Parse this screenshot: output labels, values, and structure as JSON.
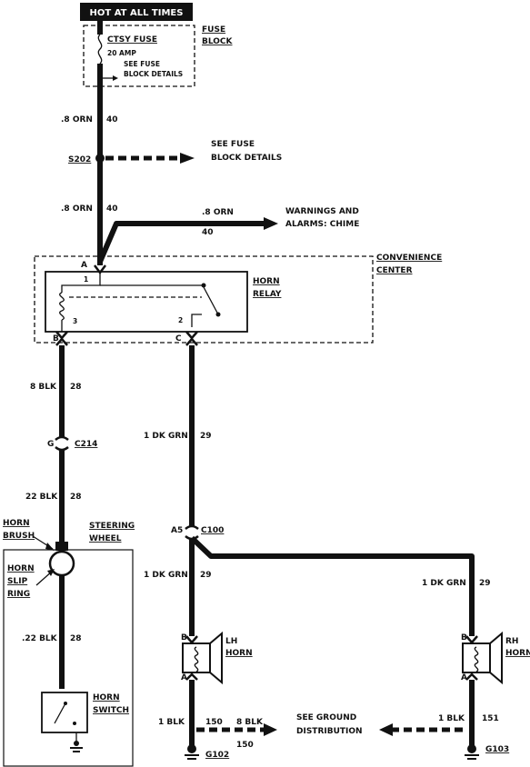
{
  "power": {
    "hot_label": "HOT AT ALL TIMES"
  },
  "fuse_block": {
    "title_line1": "FUSE",
    "title_line2": "BLOCK",
    "fuse_name": "CTSY FUSE",
    "fuse_rating": "20 AMP",
    "see_line1": "SEE FUSE",
    "see_line2": "BLOCK DETAILS"
  },
  "wires": {
    "w1_gauge": ".8 ORN",
    "w1_circuit": "40",
    "splice": "S202",
    "splice_ref_line1": "SEE FUSE",
    "splice_ref_line2": "BLOCK DETAILS",
    "w2_gauge": ".8 ORN",
    "w2_circuit": "40",
    "chime_gauge": ".8 ORN",
    "chime_circuit": "40",
    "chime_line1": "WARNINGS AND",
    "chime_line2": "ALARMS: CHIME",
    "w3_gauge": "8 BLK",
    "w3_circuit": "28",
    "conn1_pin": "G",
    "conn1_name": "C214",
    "w4_gauge": "22 BLK",
    "w4_circuit": "28",
    "w5_gauge": ".22 BLK",
    "w5_circuit": "28",
    "w6_gauge": "1 DK GRN",
    "w6_circuit": "29",
    "conn2_pin": "A5",
    "conn2_name": "C100",
    "w7_gauge": "1 DK GRN",
    "w7_circuit": "29",
    "w8_gauge": "1 DK GRN",
    "w8_circuit": "29",
    "g1_gauge": "1 BLK",
    "g1_circuit": "150",
    "g2_gauge": "8 BLK",
    "g2_circuit": "150",
    "g3_gauge": "1 BLK",
    "g3_circuit": "151",
    "ground_ref_line1": "SEE GROUND",
    "ground_ref_line2": "DISTRIBUTION"
  },
  "convenience_center": {
    "title_line1": "CONVENIENCE",
    "title_line2": "CENTER",
    "relay_line1": "HORN",
    "relay_line2": "RELAY",
    "pin_a": "A",
    "pin_b": "B",
    "pin_c": "C",
    "terminal_1": "1",
    "terminal_2": "2",
    "terminal_3": "3"
  },
  "steering": {
    "brush_line1": "HORN",
    "brush_line2": "BRUSH",
    "wheel_line1": "STEERING",
    "wheel_line2": "WHEEL",
    "slip_line1": "HORN",
    "slip_line2": "SLIP",
    "slip_line3": "RING",
    "switch_line1": "HORN",
    "switch_line2": "SWITCH"
  },
  "horns": {
    "lh_line1": "LH",
    "lh_line2": "HORN",
    "rh_line1": "RH",
    "rh_line2": "HORN",
    "pin_b": "B",
    "pin_a": "A"
  },
  "grounds": {
    "left": "G102",
    "right": "G103"
  }
}
